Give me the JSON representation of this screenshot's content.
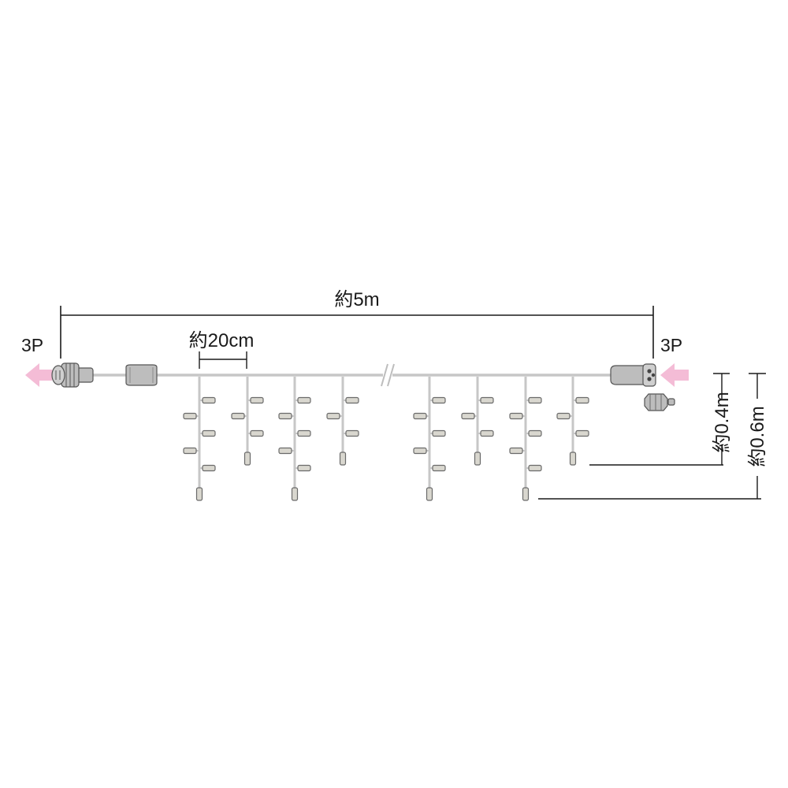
{
  "labels": {
    "total_length": "約5m",
    "bulb_spacing": "約20cm",
    "left_connector": "3P",
    "right_connector": "3P",
    "short_drop": "約0.4m",
    "long_drop": "約0.6m"
  },
  "colors": {
    "wire": "#c7c7c7",
    "bulb_fill": "#d9d7cf",
    "bulb_stroke": "#6a6a6a",
    "arrow": "#f4bcd6",
    "dimension_line": "#1a1a1a",
    "connector_fill": "#bdbdbd",
    "connector_stroke": "#555555"
  },
  "icons": {
    "left_arrow": "arrow-left-icon",
    "right_arrow": "arrow-left-icon",
    "left_plug": "male-plug-icon",
    "controller": "controller-box-icon",
    "right_plug": "female-socket-icon",
    "end_cap": "end-cap-icon",
    "break_mark": "wire-break-icon"
  }
}
